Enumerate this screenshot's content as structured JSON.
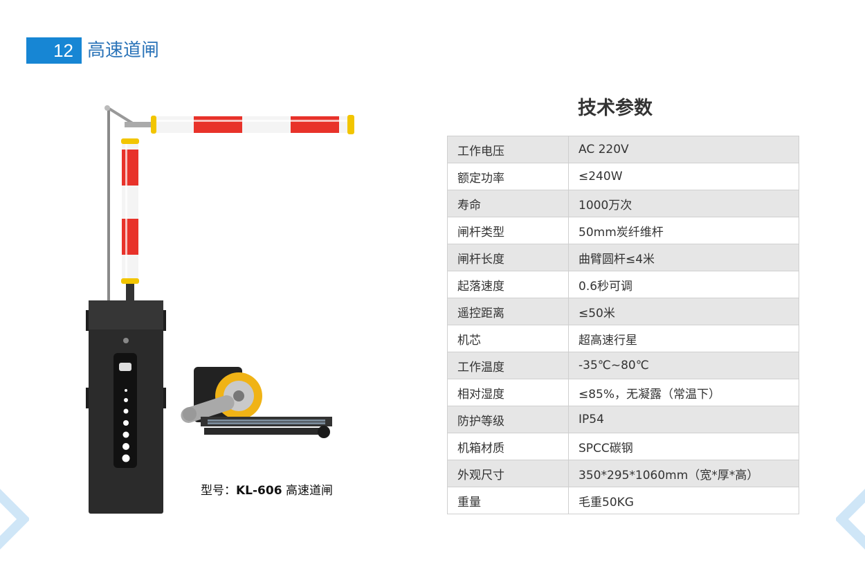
{
  "header": {
    "number": "12",
    "title": "高速道闸"
  },
  "product": {
    "caption_prefix": "型号：",
    "caption_model": "KL-606",
    "caption_suffix": " 高速道闸"
  },
  "specs": {
    "title": "技术参数",
    "rows": [
      {
        "label": "工作电压",
        "value": "AC 220V"
      },
      {
        "label": "额定功率",
        "value": "≤240W"
      },
      {
        "label": "寿命",
        "value": "1000万次"
      },
      {
        "label": "闸杆类型",
        "value": "50mm炭纤维杆"
      },
      {
        "label": "闸杆长度",
        "value": "曲臂圆杆≤4米"
      },
      {
        "label": "起落速度",
        "value": "0.6秒可调"
      },
      {
        "label": "遥控距离",
        "value": "≤50米"
      },
      {
        "label": "机芯",
        "value": "超高速行星"
      },
      {
        "label": "工作温度",
        "value": "-35℃~80℃"
      },
      {
        "label": "相对湿度",
        "value": "≤85%，无凝露（常温下）"
      },
      {
        "label": "防护等级",
        "value": "IP54"
      },
      {
        "label": "机箱材质",
        "value": "SPCC碳钢"
      },
      {
        "label": "外观尺寸",
        "value": "350*295*1060mm（宽*厚*高）"
      },
      {
        "label": "重量",
        "value": "毛重50KG"
      }
    ]
  },
  "colors": {
    "accent": "#1786d4",
    "title_blue": "#2a73b8",
    "stripe_red": "#e8322a",
    "cap_yellow": "#f2c500",
    "cabinet": "#2b2b2b"
  }
}
